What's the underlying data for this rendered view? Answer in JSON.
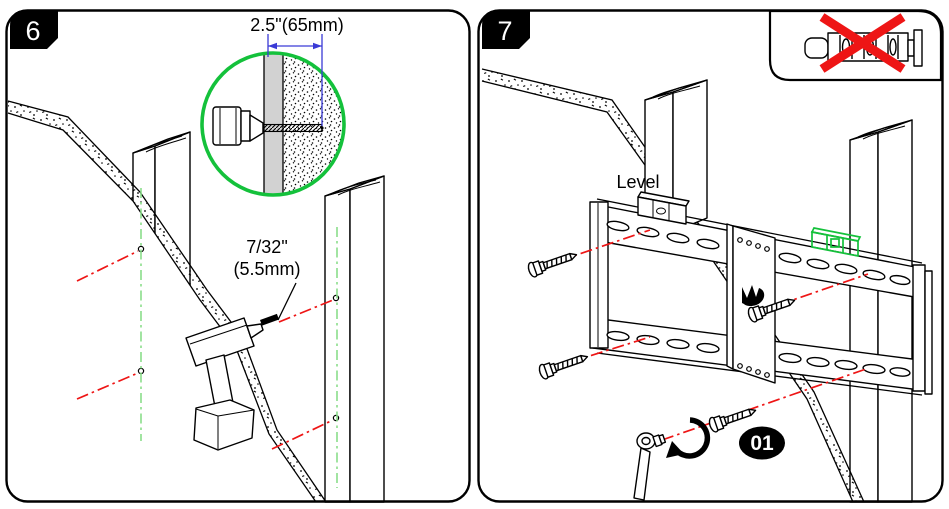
{
  "colors": {
    "red": "#ee1515",
    "green": "#14c13b",
    "green_light": "#8ade8a",
    "blue": "#3a3ad6",
    "gray_drywall": "#d2d2d2"
  },
  "panel6": {
    "step_label": "6",
    "depth_dimension": "2.5\"(65mm)",
    "bit_size_inch": "7/32\"",
    "bit_size_mm": "(5.5mm)"
  },
  "panel7": {
    "step_label": "7",
    "level_label": "Level",
    "screw_badge": "01"
  }
}
